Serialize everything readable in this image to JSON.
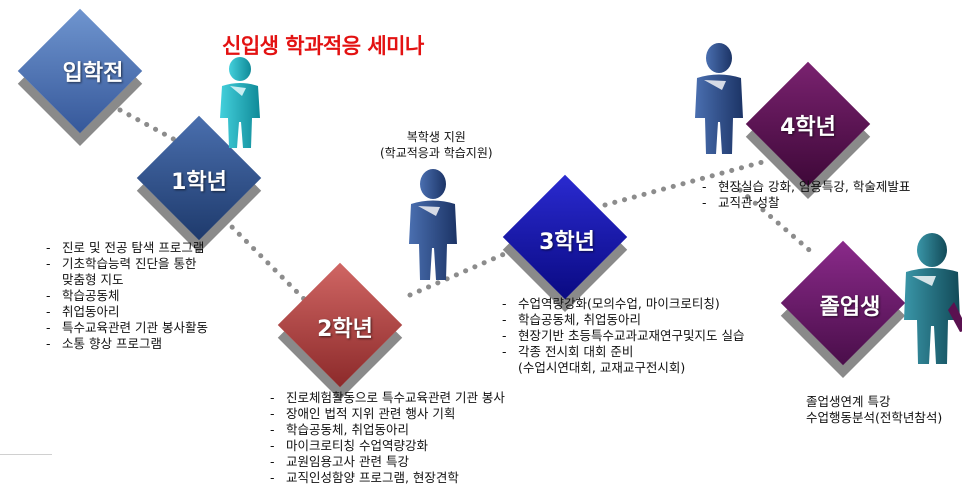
{
  "title": "신입생 학과적응 세미나",
  "stages": [
    {
      "label": "입학전",
      "color": "#4a73b0"
    },
    {
      "label": "1학년",
      "color": "#2c4e86"
    },
    {
      "label": "2학년",
      "color": "#b24644"
    },
    {
      "label": "3학년",
      "color": "#1414a8"
    },
    {
      "label": "4학년",
      "color": "#5a1150"
    },
    {
      "label": "졸업생",
      "color": "#6a1a6a"
    }
  ],
  "returning_support": {
    "heading": "복학생 지원",
    "sub": "(학교적응과 학습지원)"
  },
  "year1_items": [
    "진로 및 전공 탐색 프로그램",
    "기초학습능력 진단을 통한",
    "맞춤형 지도",
    "학습공동체",
    "취업동아리",
    "특수교육관련 기관 봉사활동",
    "소통 향상 프로그램"
  ],
  "year2_items": [
    "진로체험활동으로 특수교육관련 기관 봉사",
    "장애인 법적 지위 관련 행사 기획",
    "학습공동체, 취업동아리",
    "마이크로티칭 수업역량강화",
    "교원임용고사 관련 특강",
    "교직인성함양 프로그램, 현장견학"
  ],
  "year3_items": [
    "수업역량강화(모의수업, 마이크로티칭)",
    "학습공동체, 취업동아리",
    "현장기반 초등특수교과교재연구및지도 실습",
    "각종 전시회 대회 준비",
    "(수업시연대회, 교재교구전시회)"
  ],
  "year4_items": [
    "현장실습 강화, 임용특강, 학술제발표",
    "교직관 성찰"
  ],
  "graduate_items": [
    "졸업생연계 특강",
    "수업행동분석(전학년참석)"
  ],
  "colors": {
    "title_red": "#e31212",
    "person_teal": "#1aa7b5",
    "person_navy": "#2c4a86",
    "person_dark_teal": "#1f6e80",
    "dots": "#8c8c8c"
  },
  "icons": [
    "person-icon"
  ]
}
